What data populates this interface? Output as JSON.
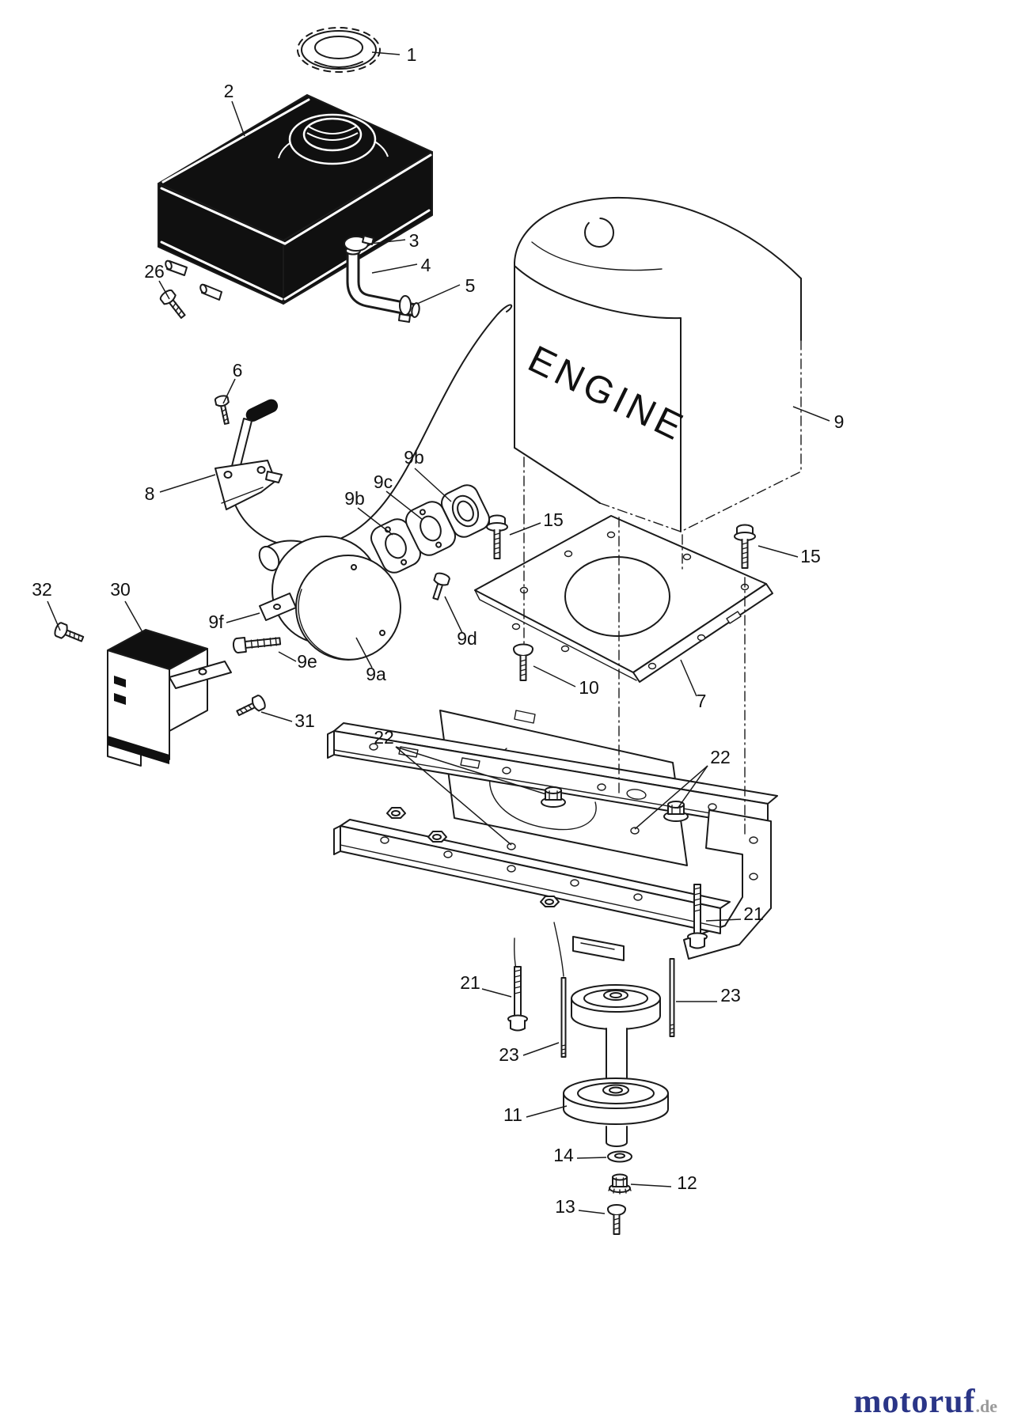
{
  "figure": {
    "engine_label": "ENGINE"
  },
  "colors": {
    "line": "#1a1a1a",
    "background": "#ffffff",
    "tank_fill": "#101010",
    "watermark_brand": "#2a3587",
    "watermark_tld": "#9a9a9a"
  },
  "callouts": [
    {
      "text": "1"
    },
    {
      "text": "2"
    },
    {
      "text": "3"
    },
    {
      "text": "4"
    },
    {
      "text": "5"
    },
    {
      "text": "26"
    },
    {
      "text": "6"
    },
    {
      "text": "8"
    },
    {
      "text": "9"
    },
    {
      "text": "9b"
    },
    {
      "text": "9c"
    },
    {
      "text": "9b"
    },
    {
      "text": "15"
    },
    {
      "text": "15"
    },
    {
      "text": "9f"
    },
    {
      "text": "9e"
    },
    {
      "text": "9a"
    },
    {
      "text": "9d"
    },
    {
      "text": "10"
    },
    {
      "text": "7"
    },
    {
      "text": "32"
    },
    {
      "text": "30"
    },
    {
      "text": "31"
    },
    {
      "text": "22"
    },
    {
      "text": "22"
    },
    {
      "text": "21"
    },
    {
      "text": "21"
    },
    {
      "text": "23"
    },
    {
      "text": "23"
    },
    {
      "text": "11"
    },
    {
      "text": "14"
    },
    {
      "text": "12"
    },
    {
      "text": "13"
    }
  ],
  "watermark": {
    "brand": "motoruf",
    "tld": ".de"
  }
}
